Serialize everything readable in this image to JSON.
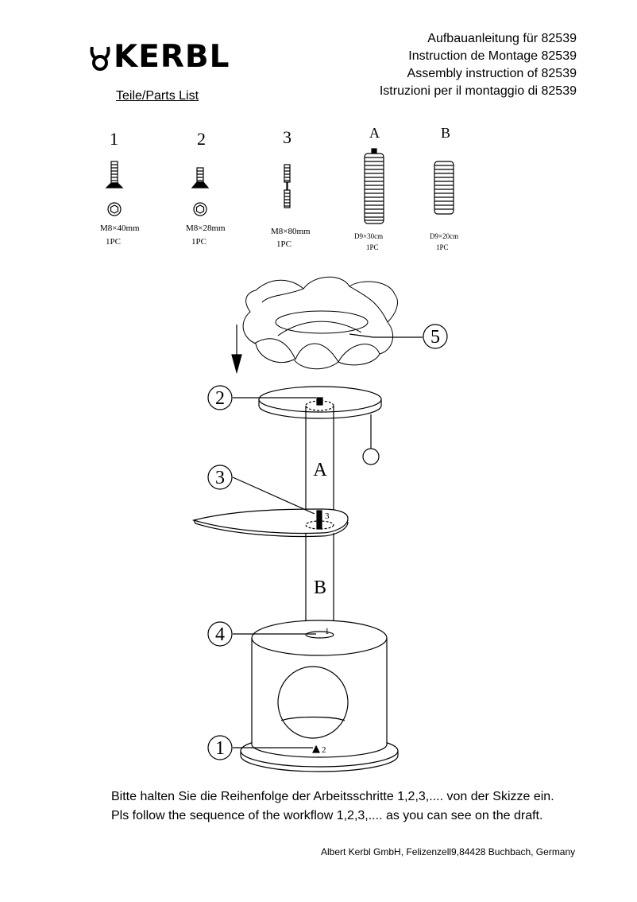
{
  "brand": {
    "name": "KERBL",
    "logo_icon": "kerbl-horn-icon"
  },
  "header": {
    "titles": [
      "Aufbauanleitung für   82539",
      "Instruction de Montage  82539",
      "Assembly instruction of  82539",
      "Istruzioni per il montaggio di  82539"
    ]
  },
  "parts_list": {
    "title": "Teile/Parts List",
    "items": [
      {
        "id": "1",
        "spec": "M8×40mm",
        "qty": "1PC"
      },
      {
        "id": "2",
        "spec": "M8×28mm",
        "qty": "1PC"
      },
      {
        "id": "3",
        "spec": "M8×80mm",
        "qty": "1PC"
      },
      {
        "id": "A",
        "spec": "D9×30cm",
        "qty": "1PC"
      },
      {
        "id": "B",
        "spec": "D9×20cm",
        "qty": "1PC"
      }
    ]
  },
  "diagram": {
    "steps": [
      "1",
      "2",
      "3",
      "4",
      "5"
    ],
    "post_labels": {
      "a": "A",
      "b": "B"
    },
    "screw_marks": {
      "top": "3",
      "mid": "1",
      "base": "2"
    }
  },
  "instructions": [
    "Bitte halten Sie die Reihenfolge der Arbeitsschritte 1,2,3,.... von der Skizze ein.",
    "Pls follow the sequence of the workflow 1,2,3,.... as you can see on the draft."
  ],
  "footer": {
    "company": "Albert Kerbl GmbH, Felizenzell9,84428 Buchbach, Germany"
  }
}
